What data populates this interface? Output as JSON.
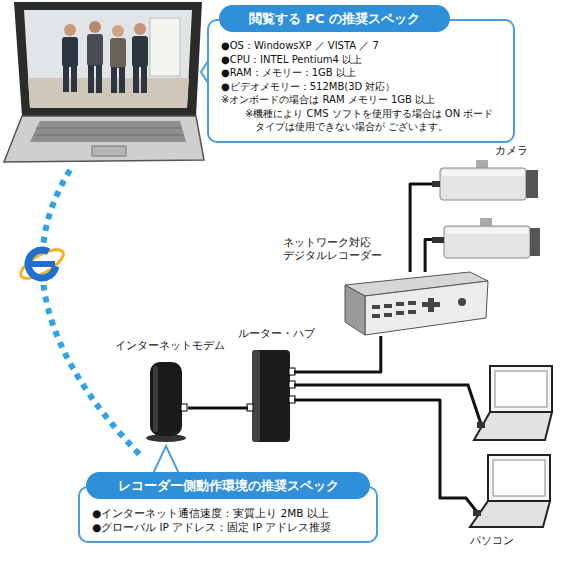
{
  "diagram": {
    "nodes": [
      {
        "text": [
          "閲覧する PC の推奨スペック",
          "●OS：WindowsXP ／ VISTA ／ 7",
          "●CPU：INTEL Pentium4 以上",
          "●RAM：メモリー：1GB 以上",
          "●ビデオメモリー：512MB(3D 対応）",
          "※オンボードの場合は RAM メモリー 1GB 以上",
          "※機種により CMS ソフトを使用する場合は ON ボードタイプは使用できない場合が ございます。"
        ]
      },
      {
        "text": [
          "カメラ"
        ]
      },
      {
        "text": [
          "ネットワーク対応 デジタルレコーダー"
        ]
      },
      {
        "text": [
          "ルーター・ハブ"
        ]
      },
      {
        "text": [
          "インターネットモデム"
        ]
      },
      {
        "text": [
          "パソコン"
        ]
      },
      {
        "text": [
          "レコーダー側動作環境の推奨スペック",
          "●インターネット通信速度：実質上り 2MB 以上",
          "●グローバル IP アドレス：固定 IP アドレス推奨"
        ]
      }
    ],
    "edges": [
      {
        "from": 1,
        "to": 2,
        "arrow": "none"
      },
      {
        "from": 1,
        "to": 2,
        "arrow": "none"
      },
      {
        "from": 2,
        "to": 3,
        "arrow": "none"
      },
      {
        "from": 3,
        "to": 4,
        "arrow": "none"
      },
      {
        "from": 3,
        "to": 5,
        "arrow": "none"
      },
      {
        "from": 3,
        "to": 5,
        "arrow": "none"
      }
    ]
  }
}
